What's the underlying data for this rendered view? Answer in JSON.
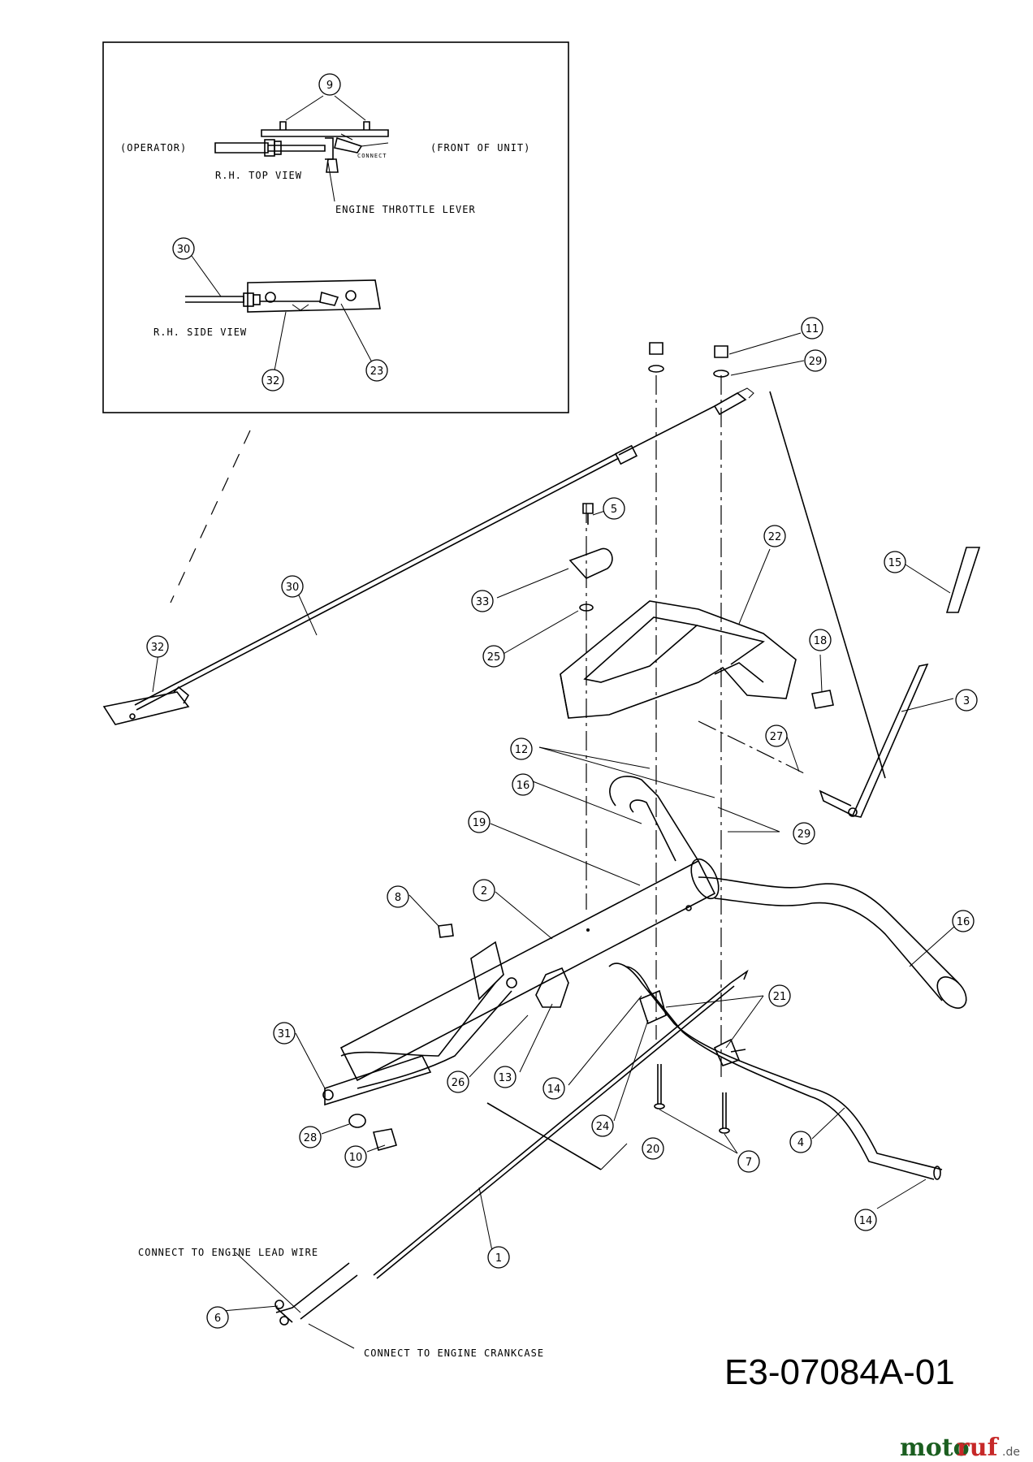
{
  "inset": {
    "operator_label": "(OPERATOR)",
    "front_label": "(FRONT OF UNIT)",
    "top_view_label": "R.H. TOP VIEW",
    "throttle_label": "ENGINE THROTTLE LEVER",
    "side_view_label": "R.H. SIDE VIEW",
    "connect_label": "CONNECT"
  },
  "notes": {
    "lead_wire": "CONNECT TO ENGINE LEAD WIRE",
    "crankcase": "CONNECT TO ENGINE CRANKCASE"
  },
  "drawing_code": "E3-07084A-01",
  "watermark": {
    "part_a": "moto",
    "part_b": "ruf",
    "suffix": ".de"
  },
  "callouts": {
    "c9": "9",
    "c30a": "30",
    "c23": "23",
    "c32a": "32",
    "c11": "11",
    "c29a": "29",
    "c5": "5",
    "c22": "22",
    "c15": "15",
    "c30b": "30",
    "c32b": "32",
    "c33": "33",
    "c25": "25",
    "c18": "18",
    "c3": "3",
    "c27": "27",
    "c12": "12",
    "c16a": "16",
    "c29b": "29",
    "c19": "19",
    "c8": "8",
    "c2": "2",
    "c16b": "16",
    "c21": "21",
    "c31": "31",
    "c26": "26",
    "c13": "13",
    "c14a": "14",
    "c24": "24",
    "c28": "28",
    "c10": "10",
    "c20": "20",
    "c7": "7",
    "c4": "4",
    "c14b": "14",
    "c1": "1",
    "c6": "6"
  }
}
